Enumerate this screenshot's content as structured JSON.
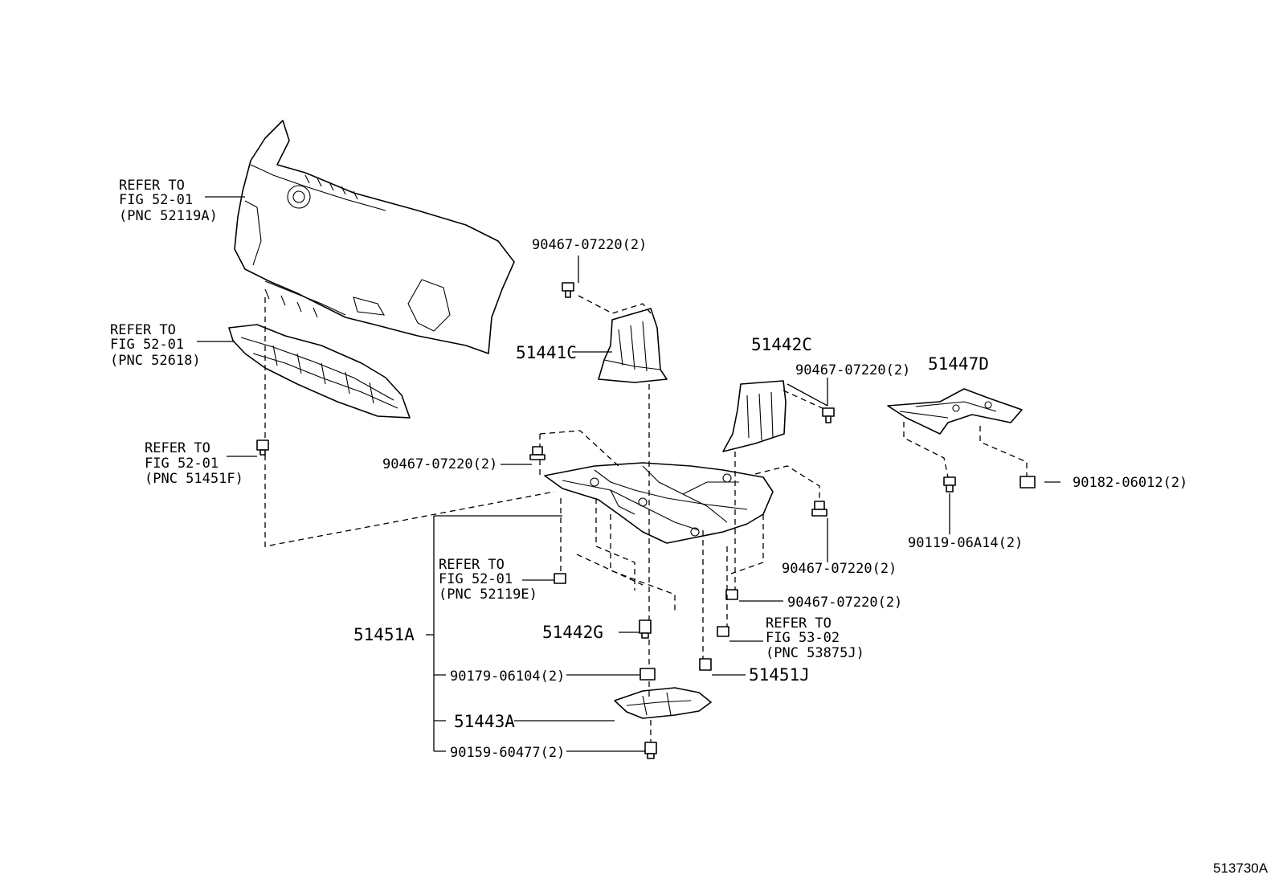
{
  "references": {
    "bumper": [
      "REFER TO",
      "FIG 52-01",
      "(PNC 52119A)"
    ],
    "absorber": [
      "REFER TO",
      "FIG 52-01",
      "(PNC 52618)"
    ],
    "clip_51451f": [
      "REFER TO",
      "FIG 52-01",
      "(PNC 51451F)"
    ],
    "clip_52119e": [
      "REFER TO",
      "FIG 52-01",
      "(PNC 52119E)"
    ],
    "clip_53875j": [
      "REFER TO",
      "FIG 53-02",
      "(PNC 53875J)"
    ]
  },
  "parts": {
    "p51441c": "51441C",
    "p51442c": "51442C",
    "p51447d": "51447D",
    "p51451a": "51451A",
    "p51442g": "51442G",
    "p51451j": "51451J",
    "p51443a": "51443A"
  },
  "fasteners": {
    "f_top": "90467-07220(2)",
    "f_51442c": "90467-07220(2)",
    "f_left": "90467-07220(2)",
    "f_right1": "90467-07220(2)",
    "f_right2": "90467-07220(2)",
    "f_90182": "90182-06012(2)",
    "f_90119": "90119-06A14(2)",
    "f_90179": "90179-06104(2)",
    "f_90159": "90159-60477(2)"
  },
  "diagram_code": "513730A"
}
